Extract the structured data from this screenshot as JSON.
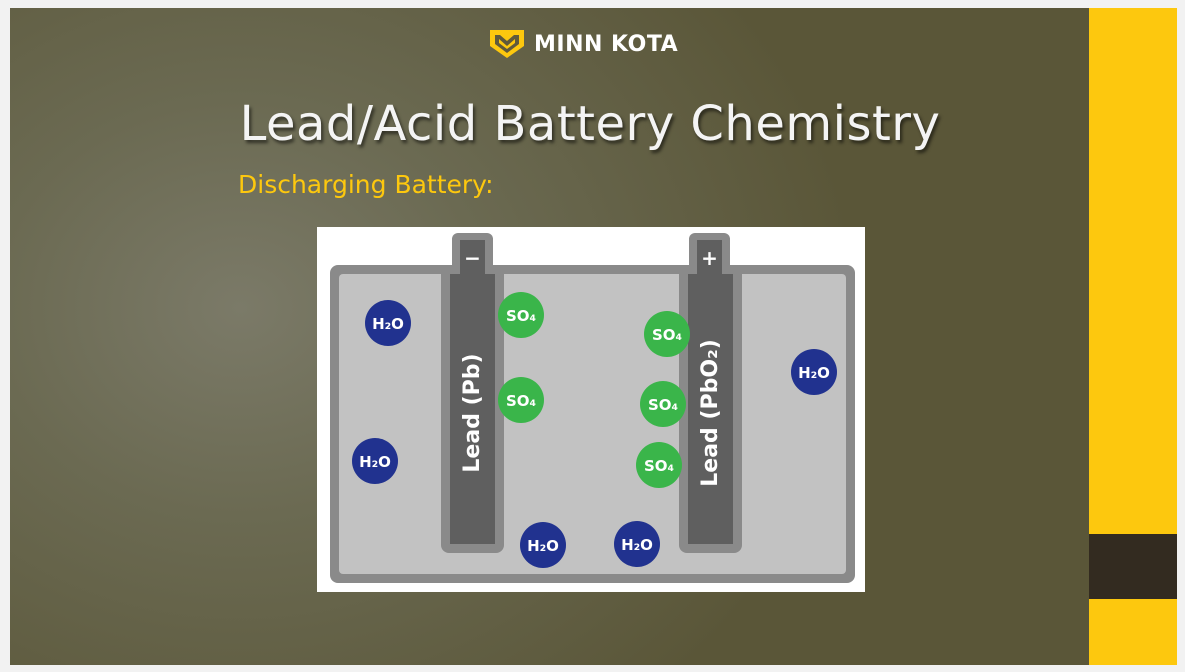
{
  "brand": {
    "name": "MINN KOTA",
    "accent": "#fdc80e",
    "dark": "#332b20"
  },
  "slide": {
    "title": "Lead/Acid Battery Chemistry",
    "subtitle": "Discharging Battery:"
  },
  "diagram": {
    "negative_plate": {
      "label": "Lead (Pb)",
      "terminal_sign": "−"
    },
    "positive_plate": {
      "label": "Lead (PbO₂)",
      "terminal_sign": "+"
    },
    "water_label": "H₂O",
    "sulfate_label": "SO₄",
    "colors": {
      "water": "#21328f",
      "sulfate": "#3ab54a",
      "plate": "#5f5f5f",
      "case": "#8a8a8a",
      "electrolyte": "#c2c2c2"
    }
  }
}
